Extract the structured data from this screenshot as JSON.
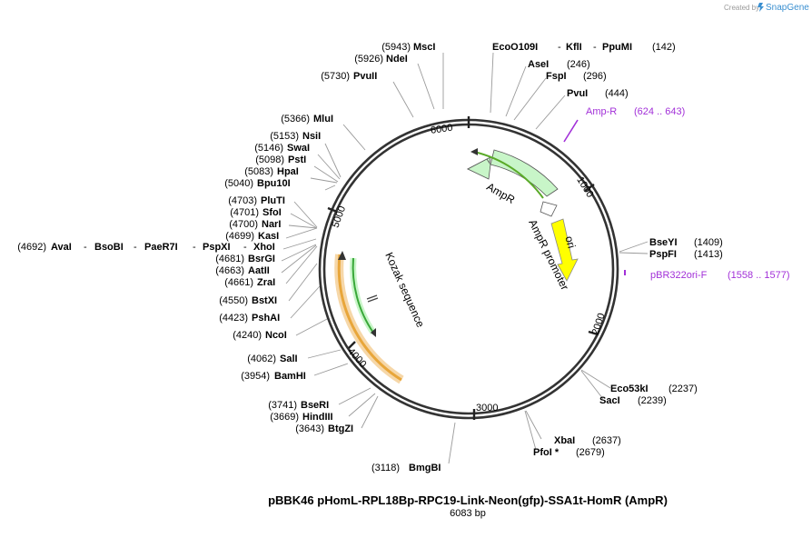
{
  "credit": {
    "created_by": "Created by",
    "brand": "SnapGene"
  },
  "title": "pBBK46 pHomL-RPL18Bp-RPC19-Link-Neon(gfp)-SSA1t-HomR (AmpR)",
  "subtitle": "6083 bp",
  "ticks": [
    "6000",
    "1000",
    "2000",
    "3000",
    "4000",
    "5000"
  ],
  "features": {
    "ampr": "AmpR",
    "ampr_promoter": "AmpR promoter",
    "ori": "ori",
    "kozak": "Kozak sequence"
  },
  "colors": {
    "ampr": "#c8f5c8",
    "ori": "#ffff00",
    "orange": "#f2b24a",
    "green": "#39a839",
    "primer": "#a230d8"
  },
  "sites": [
    {
      "name": "MscI",
      "pos": "(5943)"
    },
    {
      "name": "NdeI",
      "pos": "(5926)"
    },
    {
      "name": "PvuII",
      "pos": "(5730)"
    },
    {
      "name": "MluI",
      "pos": "(5366)"
    },
    {
      "name": "NsiI",
      "pos": "(5153)"
    },
    {
      "name": "SwaI",
      "pos": "(5146)"
    },
    {
      "name": "PstI",
      "pos": "(5098)"
    },
    {
      "name": "HpaI",
      "pos": "(5083)"
    },
    {
      "name": "Bpu10I",
      "pos": "(5040)"
    },
    {
      "name": "PluTI",
      "pos": "(4703)"
    },
    {
      "name": "SfoI",
      "pos": "(4701)"
    },
    {
      "name": "NarI",
      "pos": "(4700)"
    },
    {
      "name": "KasI",
      "pos": "(4699)"
    },
    {
      "name": "BsrGI",
      "pos": "(4681)"
    },
    {
      "name": "AatII",
      "pos": "(4663)"
    },
    {
      "name": "ZraI",
      "pos": "(4661)"
    },
    {
      "name": "BstXI",
      "pos": "(4550)"
    },
    {
      "name": "PshAI",
      "pos": "(4423)"
    },
    {
      "name": "NcoI",
      "pos": "(4240)"
    },
    {
      "name": "SalI",
      "pos": "(4062)"
    },
    {
      "name": "BamHI",
      "pos": "(3954)"
    },
    {
      "name": "BseRI",
      "pos": "(3741)"
    },
    {
      "name": "HindIII",
      "pos": "(3669)"
    },
    {
      "name": "BtgZI",
      "pos": "(3643)"
    },
    {
      "name": "BmgBI",
      "pos": "(3118)"
    },
    {
      "name": "XbaI",
      "pos": "(2637)"
    },
    {
      "name": "PfoI *",
      "pos": "(2679)"
    },
    {
      "name": "Eco53kI",
      "pos": "(2237)"
    },
    {
      "name": "SacI",
      "pos": "(2239)"
    },
    {
      "name": "BseYI",
      "pos": "(1409)"
    },
    {
      "name": "PspFI",
      "pos": "(1413)"
    },
    {
      "name": "AseI",
      "pos": "(246)"
    },
    {
      "name": "FspI",
      "pos": "(296)"
    },
    {
      "name": "PvuI",
      "pos": "(444)"
    }
  ],
  "multi_site": {
    "pos": "(4692)",
    "names": [
      "AvaI",
      "BsoBI",
      "PaeR7I",
      "PspXI",
      "XhoI"
    ]
  },
  "top_site": {
    "names": [
      "EcoO109I",
      "KflI",
      "PpuMI"
    ],
    "pos": "(142)"
  },
  "primers": [
    {
      "name": "Amp-R",
      "range": "(624 .. 643)"
    },
    {
      "name": "pBR322ori-F",
      "range": "(1558 .. 1577)"
    }
  ]
}
